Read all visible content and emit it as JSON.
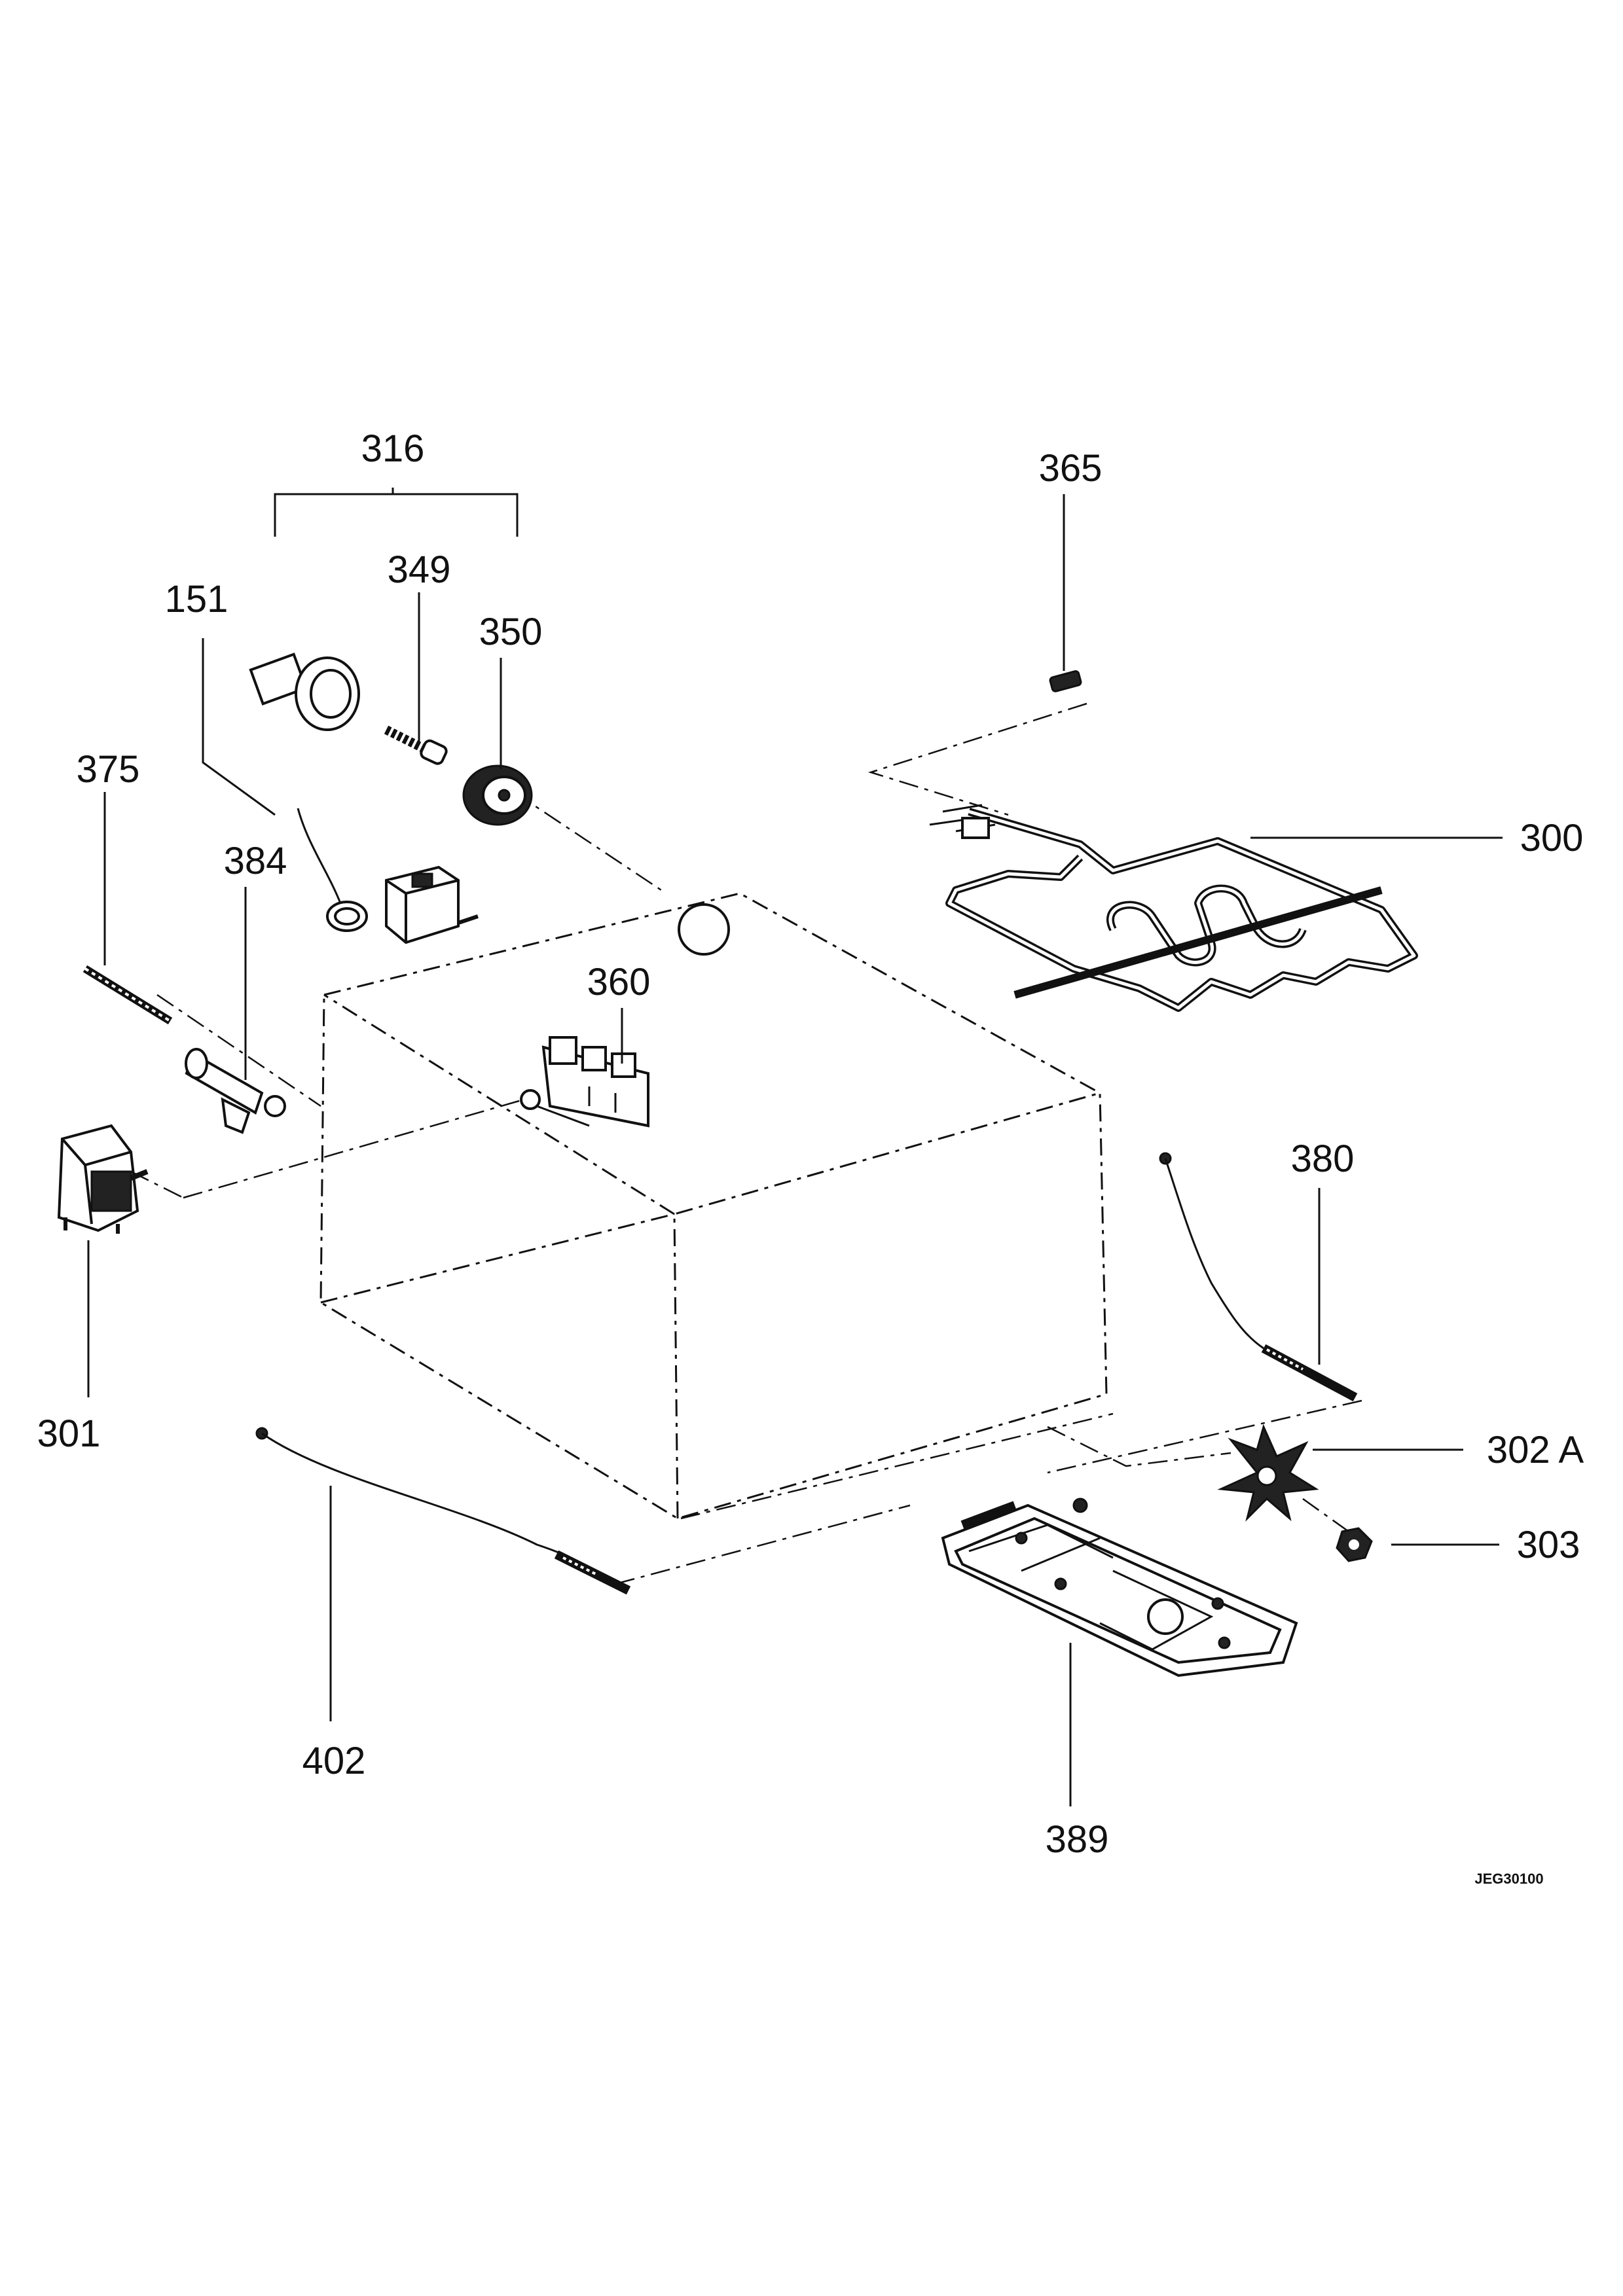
{
  "diagram": {
    "drawing_code": "JEG30100",
    "labels": {
      "l151": "151",
      "l300": "300",
      "l301": "301",
      "l302a": "302 A",
      "l303": "303",
      "l316": "316",
      "l349": "349",
      "l350": "350",
      "l360": "360",
      "l365": "365",
      "l375": "375",
      "l380": "380",
      "l384": "384",
      "l389": "389",
      "l402": "402"
    }
  }
}
